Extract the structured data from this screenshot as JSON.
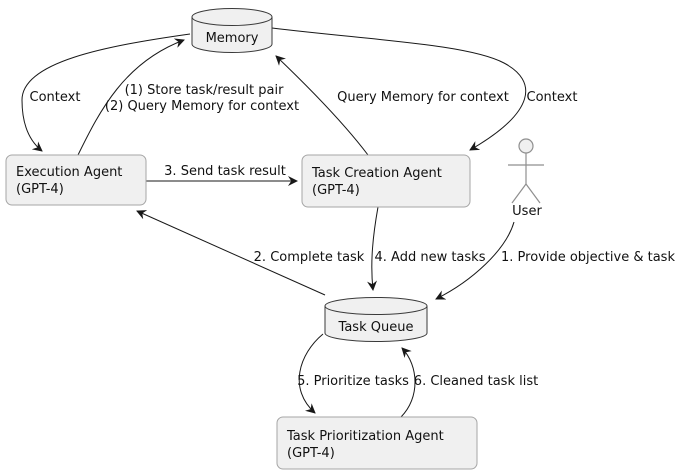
{
  "colors": {
    "background": "#ffffff",
    "arrow": "#181818",
    "node_fill": "#f0f0f0",
    "rect_border": "#a6a6a6",
    "cylinder_border": "#3a3a3a",
    "text": "#111111",
    "actor": "#8f8f8f"
  },
  "nodes": {
    "memory": {
      "type": "database",
      "label": "Memory"
    },
    "execution_agent": {
      "type": "rectangle",
      "label": "Execution Agent",
      "sublabel": "(GPT-4)"
    },
    "task_creation_agent": {
      "type": "rectangle",
      "label": "Task Creation Agent",
      "sublabel": "(GPT-4)"
    },
    "user": {
      "type": "actor",
      "label": "User"
    },
    "task_queue": {
      "type": "database",
      "label": "Task Queue"
    },
    "task_prioritization_agent": {
      "type": "rectangle",
      "label": "Task Prioritization Agent",
      "sublabel": "(GPT-4)"
    }
  },
  "edges": {
    "memory_to_execution": {
      "from": "Memory",
      "to": "Execution Agent",
      "label": "Context"
    },
    "execution_to_memory": {
      "from": "Execution Agent",
      "to": "Memory",
      "label_line1": "(1) Store task/result pair",
      "label_line2": "(2) Query Memory for context"
    },
    "creation_to_memory": {
      "from": "Task Creation Agent",
      "to": "Memory",
      "label": "Query Memory for context"
    },
    "memory_to_creation": {
      "from": "Memory",
      "to": "Task Creation Agent",
      "label": "Context"
    },
    "execution_to_creation": {
      "from": "Execution Agent",
      "to": "Task Creation Agent",
      "label": "3. Send task result"
    },
    "queue_to_execution": {
      "from": "Task Queue",
      "to": "Execution Agent",
      "label": "2. Complete task"
    },
    "creation_to_queue": {
      "from": "Task Creation Agent",
      "to": "Task Queue",
      "label": "4. Add new tasks"
    },
    "user_to_queue": {
      "from": "User",
      "to": "Task Queue",
      "label": "1. Provide objective & task"
    },
    "queue_to_prioritization": {
      "from": "Task Queue",
      "to": "Task Prioritization Agent",
      "label": "5. Prioritize tasks"
    },
    "prioritization_to_queue": {
      "from": "Task Prioritization Agent",
      "to": "Task Queue",
      "label": "6. Cleaned task list"
    }
  }
}
